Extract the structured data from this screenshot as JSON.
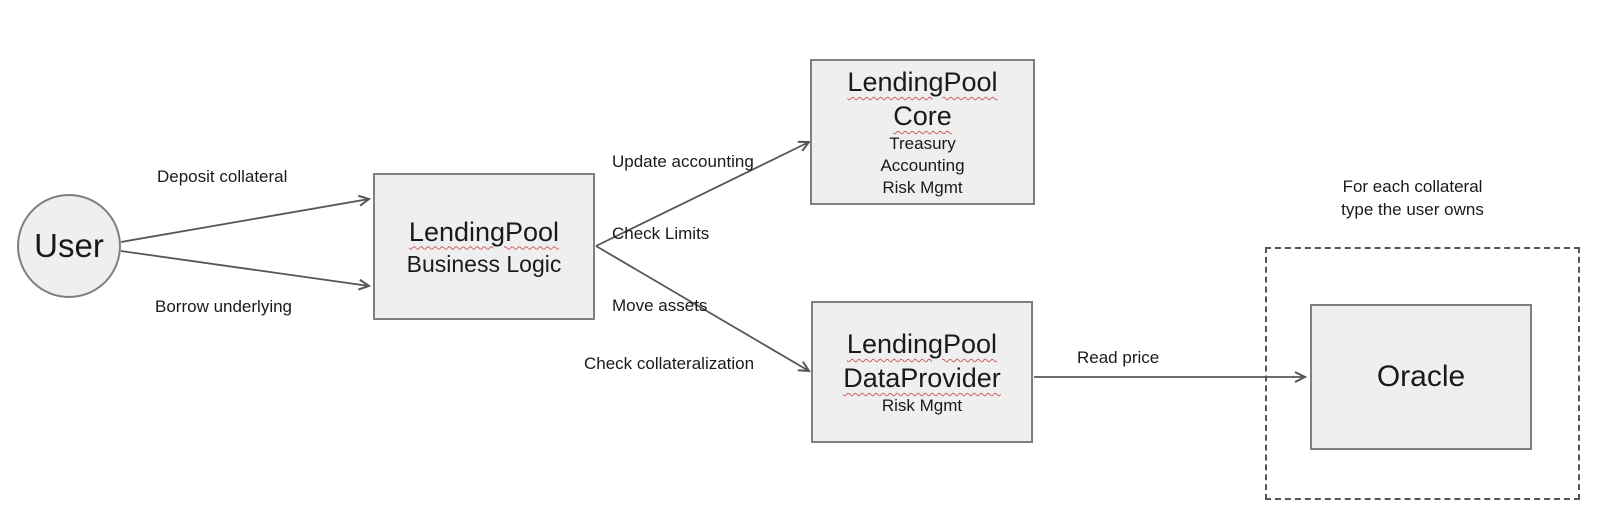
{
  "colors": {
    "box_fill": "#efefef",
    "box_border": "#7f7f7f",
    "arrow": "#555555",
    "squiggle": "#cf5f5f",
    "text": "#1a1a1a"
  },
  "diagram": {
    "user": {
      "label": "User"
    },
    "business_logic": {
      "title": "LendingPool",
      "subtitle": "Business Logic"
    },
    "core": {
      "title1": "LendingPool",
      "title2": "Core",
      "items": [
        "Treasury",
        "Accounting",
        "Risk Mgmt"
      ]
    },
    "data_provider": {
      "title1": "LendingPool",
      "title2": "DataProvider",
      "subtitle": "Risk Mgmt"
    },
    "oracle": {
      "label": "Oracle"
    },
    "loop_note": {
      "line1": "For each collateral",
      "line2": "type the user owns"
    },
    "edges": {
      "deposit": "Deposit collateral",
      "borrow": "Borrow underlying",
      "to_core": [
        "Update accounting",
        "Check Limits",
        "Move assets"
      ],
      "check_collateralization": "Check collateralization",
      "read_price": "Read price"
    }
  }
}
